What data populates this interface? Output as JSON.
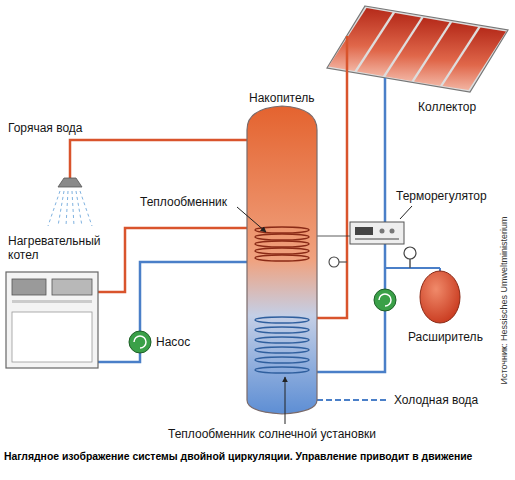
{
  "diagram": {
    "caption": "Наглядное изображение системы двойной циркуляции. Управление приводит в движение",
    "labels": [
      "Горячая вода",
      "Накопитель",
      "Теплообменник",
      "Терморегулятор",
      "Коллектор",
      "Нагревательный котел",
      "Насос",
      "Расширитель",
      "Холодная вода",
      "Теплообменник солнечной установки",
      "Источник: Hessisches Umweltministerium"
    ]
  }
}
